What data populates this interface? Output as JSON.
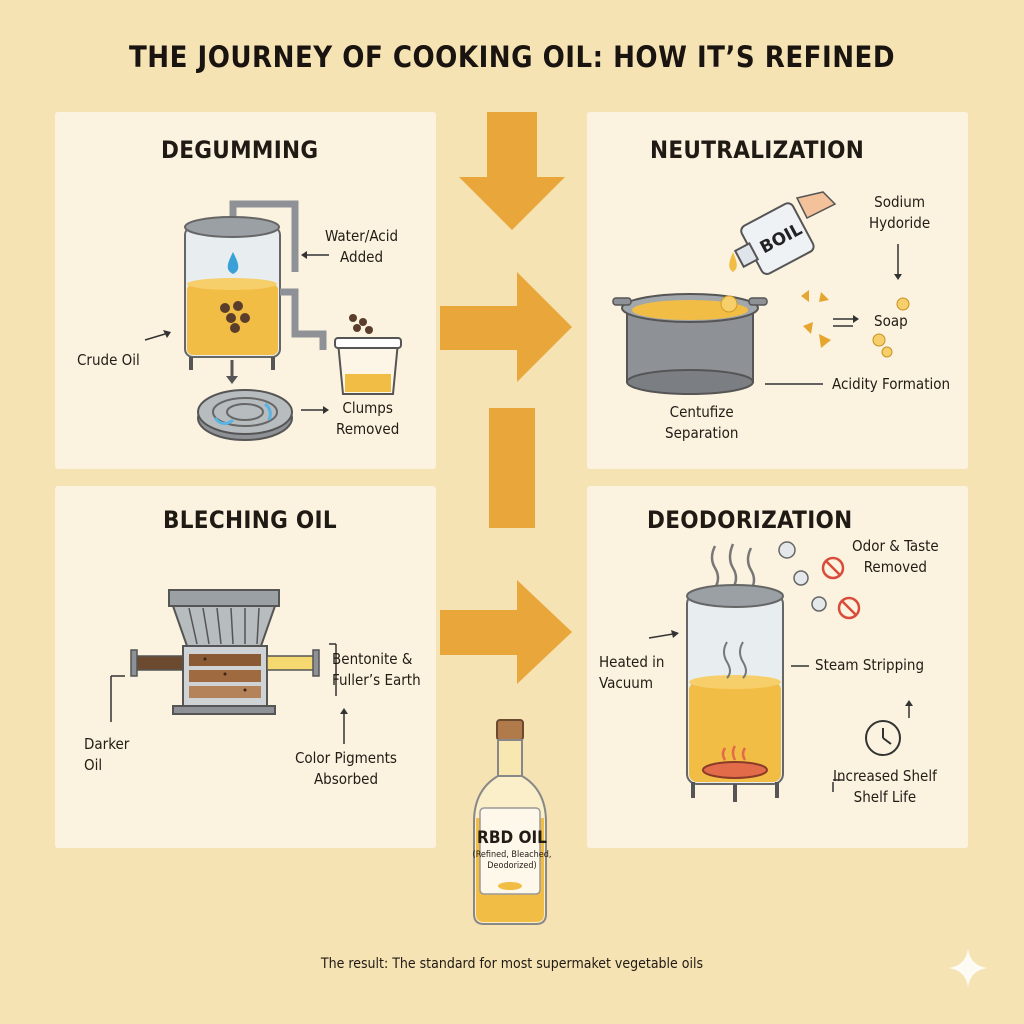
{
  "title": "THE JOURNEY OF COOKING OIL: HOW IT’S REFINED",
  "colors": {
    "background": "#f6e3b4",
    "panel": "#fbf2df",
    "arrow": "#e9a63a",
    "oil": "#f2bd45",
    "metal": "#8e9296"
  },
  "degumming": {
    "title": "DEGUMMING",
    "water_label": [
      "Water/Acid",
      "Added"
    ],
    "crude_label": "Crude Oil",
    "clumps_label": [
      "Clumps",
      "Removed"
    ]
  },
  "neutralization": {
    "title": "NEUTRALIZATION",
    "bottle_text": "BOIL",
    "sodium_label": [
      "Sodium",
      "Hydoride"
    ],
    "soap_label": "Soap",
    "acidity_label": "Acidity Formation",
    "centrifuge_label": [
      "Centufize",
      "Separation"
    ]
  },
  "bleaching": {
    "title": "BLECHING OIL",
    "bentonite_label": [
      "Bentonite &",
      "Fuller’s Earth"
    ],
    "darker_label": [
      "Darker",
      "Oil"
    ],
    "pigments_label": [
      "Color Pigments",
      "Absorbed"
    ]
  },
  "deodorization": {
    "title": "DEODORIZATION",
    "odor_label": [
      "Odor & Taste",
      "Removed"
    ],
    "heated_label": [
      "Heated in",
      "Vacuum"
    ],
    "steam_label": "Steam Stripping",
    "shelf_label": [
      "Increased Shelf",
      "Shelf Life"
    ]
  },
  "product": {
    "name": "RBD OIL",
    "subtitle": [
      "(Refined, Bleached,",
      "Deodorized)"
    ]
  },
  "footer": "The result: The standard for most supermaket vegetable oils"
}
